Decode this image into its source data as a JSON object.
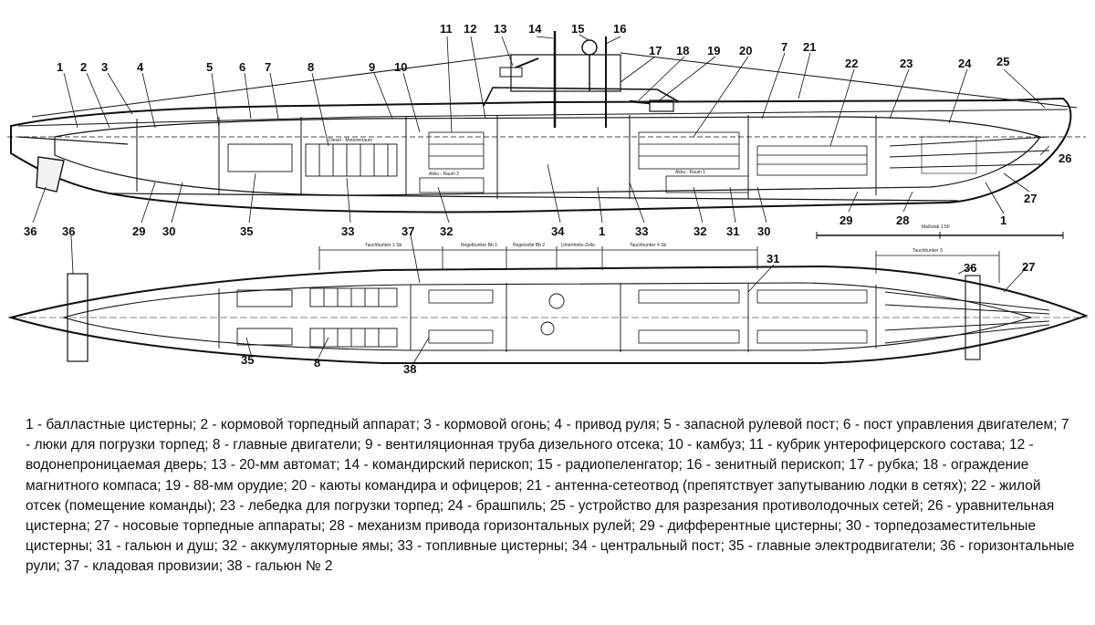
{
  "callouts": {
    "1": "1",
    "2": "2",
    "3": "3",
    "4": "4",
    "5": "5",
    "6": "6",
    "7": "7",
    "8": "8",
    "9": "9",
    "10": "10",
    "11": "11",
    "12": "12",
    "13": "13",
    "14": "14",
    "15": "15",
    "16": "16",
    "17": "17",
    "18": "18",
    "19": "19",
    "20": "20",
    "21": "21",
    "22": "22",
    "23": "23",
    "24": "24",
    "25": "25",
    "26": "26",
    "27": "27",
    "28": "28",
    "29": "29",
    "30": "30",
    "31": "31",
    "32": "32",
    "33": "33",
    "34": "34",
    "35": "35",
    "36": "36",
    "37": "37",
    "38": "38"
  },
  "drawing_labels": {
    "engine_room": "Diesel - Motorenraum",
    "tauchbunker_left": "Tauchbunker 1 Sb",
    "regelbunker": "Regelbunker Bb 1",
    "regelzelle": "Regelzelle Bb 2",
    "untertrieb": "Untertriebs-Zelle",
    "tauchbunker_right": "Tauchbunker 4 Sb",
    "tauchbunker_fwd": "Tauchbunker 3",
    "scale_label": "Maßstab 1:50",
    "battery_aft": "Akku - Raum 2",
    "battery_fwd": "Akku - Raum 1"
  },
  "legend": [
    "1 - балластные цистерны;",
    "2 - кормовой торпедный аппарат;",
    "3 - кормовой огонь;",
    "4 - привод руля;",
    "5 - запасной рулевой пост;",
    "6 - пост управления двигателем;",
    "7 - люки для погрузки торпед;",
    "8 - главные двигатели;",
    "9 - вентиляционная труба дизельного отсека;",
    "10 - камбуз;",
    "11 - кубрик унтерофицерского состава;",
    "12 - водонепроницаемая дверь;",
    "13 - 20-мм автомат;",
    "14 - командирский перископ;",
    "15 - радиопеленгатор;",
    "16 - зенитный перископ;",
    "17 - рубка;",
    "18 - ограждение магнитного компаса;",
    "19 - 88-мм орудие;",
    "20 - каюты командира и офицеров;",
    "21 - антенна-сетеотвод (препятствует запутыванию лодки в сетях);",
    "22 - жилой отсек (помещение команды);",
    "23 - лебедка для погрузки торпед;",
    "24 - брашпиль;",
    "25 - устройство для разрезания противолодочных сетей;",
    "26 - уравнительная цистерна;",
    "27 - носовые торпедные аппараты;",
    "28 - механизм привода горизонтальных рулей;",
    "29 - дифферентные цистерны;",
    "30 - торпедозаместительные цистерны;",
    "31 - гальюн и душ;",
    "32 - аккумуляторные ямы;",
    "33 - топливные цистерны;",
    "34 - центральный пост;",
    "35 - главные электродвигатели;",
    "36 - горизонтальные рули;",
    "37 - кладовая провизии;",
    "38 - гальюн № 2"
  ]
}
